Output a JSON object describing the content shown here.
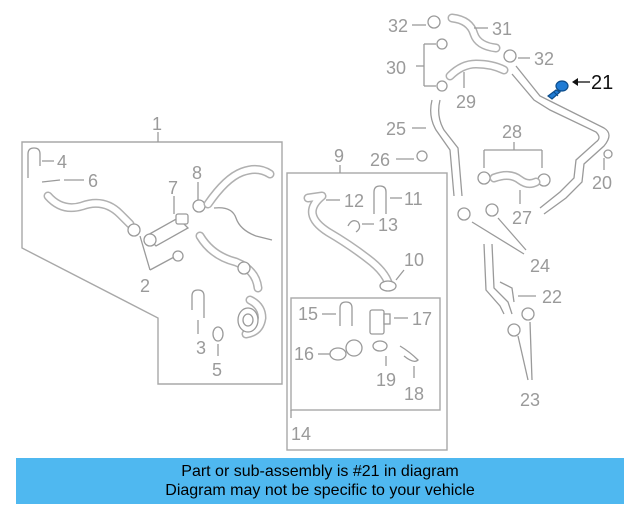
{
  "diagram": {
    "labels": {
      "p1": "1",
      "p2": "2",
      "p3": "3",
      "p4": "4",
      "p5": "5",
      "p6": "6",
      "p7": "7",
      "p8": "8",
      "p9": "9",
      "p10": "10",
      "p11": "11",
      "p12": "12",
      "p13": "13",
      "p14": "14",
      "p15": "15",
      "p16": "16",
      "p17": "17",
      "p18": "18",
      "p19": "19",
      "p20": "20",
      "p21": "21",
      "p22": "22",
      "p23": "23",
      "p24": "24",
      "p25": "25",
      "p26": "26",
      "p27": "27",
      "p28": "28",
      "p29": "29",
      "p30": "30",
      "p31": "31",
      "p32a": "32",
      "p32b": "32"
    },
    "highlight_part": "21",
    "highlight_color": "#1f7bd4"
  },
  "banner": {
    "line1": "Part or sub-assembly is #21 in diagram",
    "line2": "Diagram may not be specific to your vehicle",
    "color": "#4fb8f0"
  }
}
